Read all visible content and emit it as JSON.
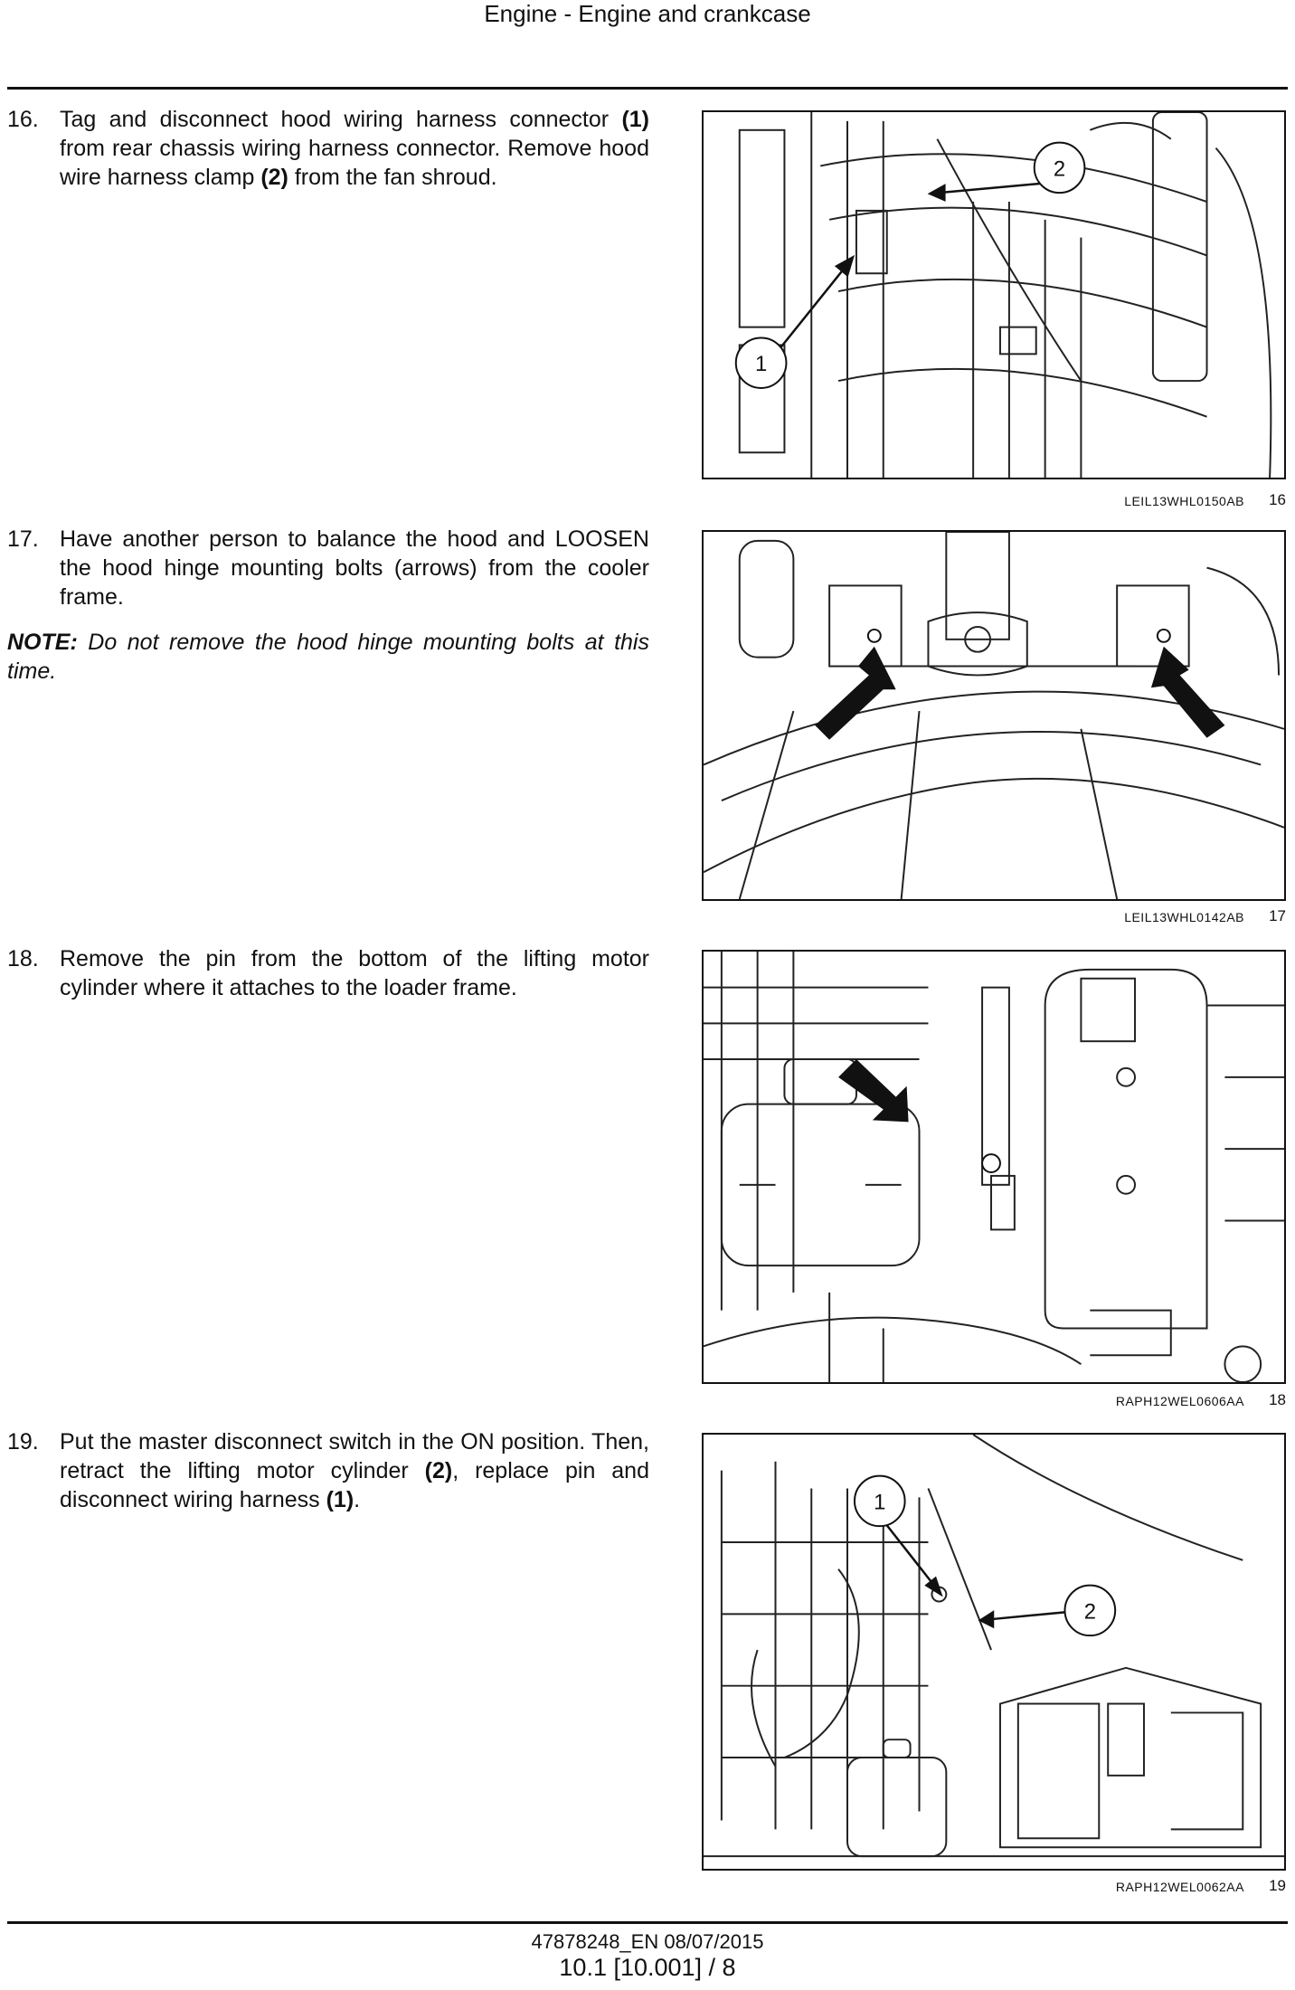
{
  "header": {
    "title": "Engine - Engine and crankcase"
  },
  "steps": [
    {
      "num": "16.",
      "parts": [
        "Tag and disconnect hood wiring harness connector ",
        "(1)",
        " from rear chassis wiring harness connector. Remove hood wire harness clamp ",
        "(2)",
        " from the fan shroud."
      ],
      "figure": {
        "id": "LEIL13WHL0150AB",
        "num": "16",
        "callouts": [
          "1",
          "2"
        ]
      }
    },
    {
      "num": "17.",
      "text": "Have another person to balance the hood and LOOSEN the hood hinge mounting bolts (arrows) from the cooler frame.",
      "note_label": "NOTE:",
      "note_text": " Do not remove the hood hinge mounting bolts at this time.",
      "figure": {
        "id": "LEIL13WHL0142AB",
        "num": "17"
      }
    },
    {
      "num": "18.",
      "text": "Remove the pin from the bottom of the lifting motor cylinder where it attaches to the loader frame.",
      "figure": {
        "id": "RAPH12WEL0606AA",
        "num": "18"
      }
    },
    {
      "num": "19.",
      "parts": [
        "Put the master disconnect switch in the ON position. Then, retract the lifting motor cylinder ",
        "(2)",
        ", replace pin and disconnect wiring harness ",
        "(1)",
        "."
      ],
      "figure": {
        "id": "RAPH12WEL0062AA",
        "num": "19",
        "callouts": [
          "1",
          "2"
        ]
      }
    }
  ],
  "footer": {
    "doc": "47878248_EN 08/07/2015",
    "page": "10.1 [10.001] / 8"
  }
}
